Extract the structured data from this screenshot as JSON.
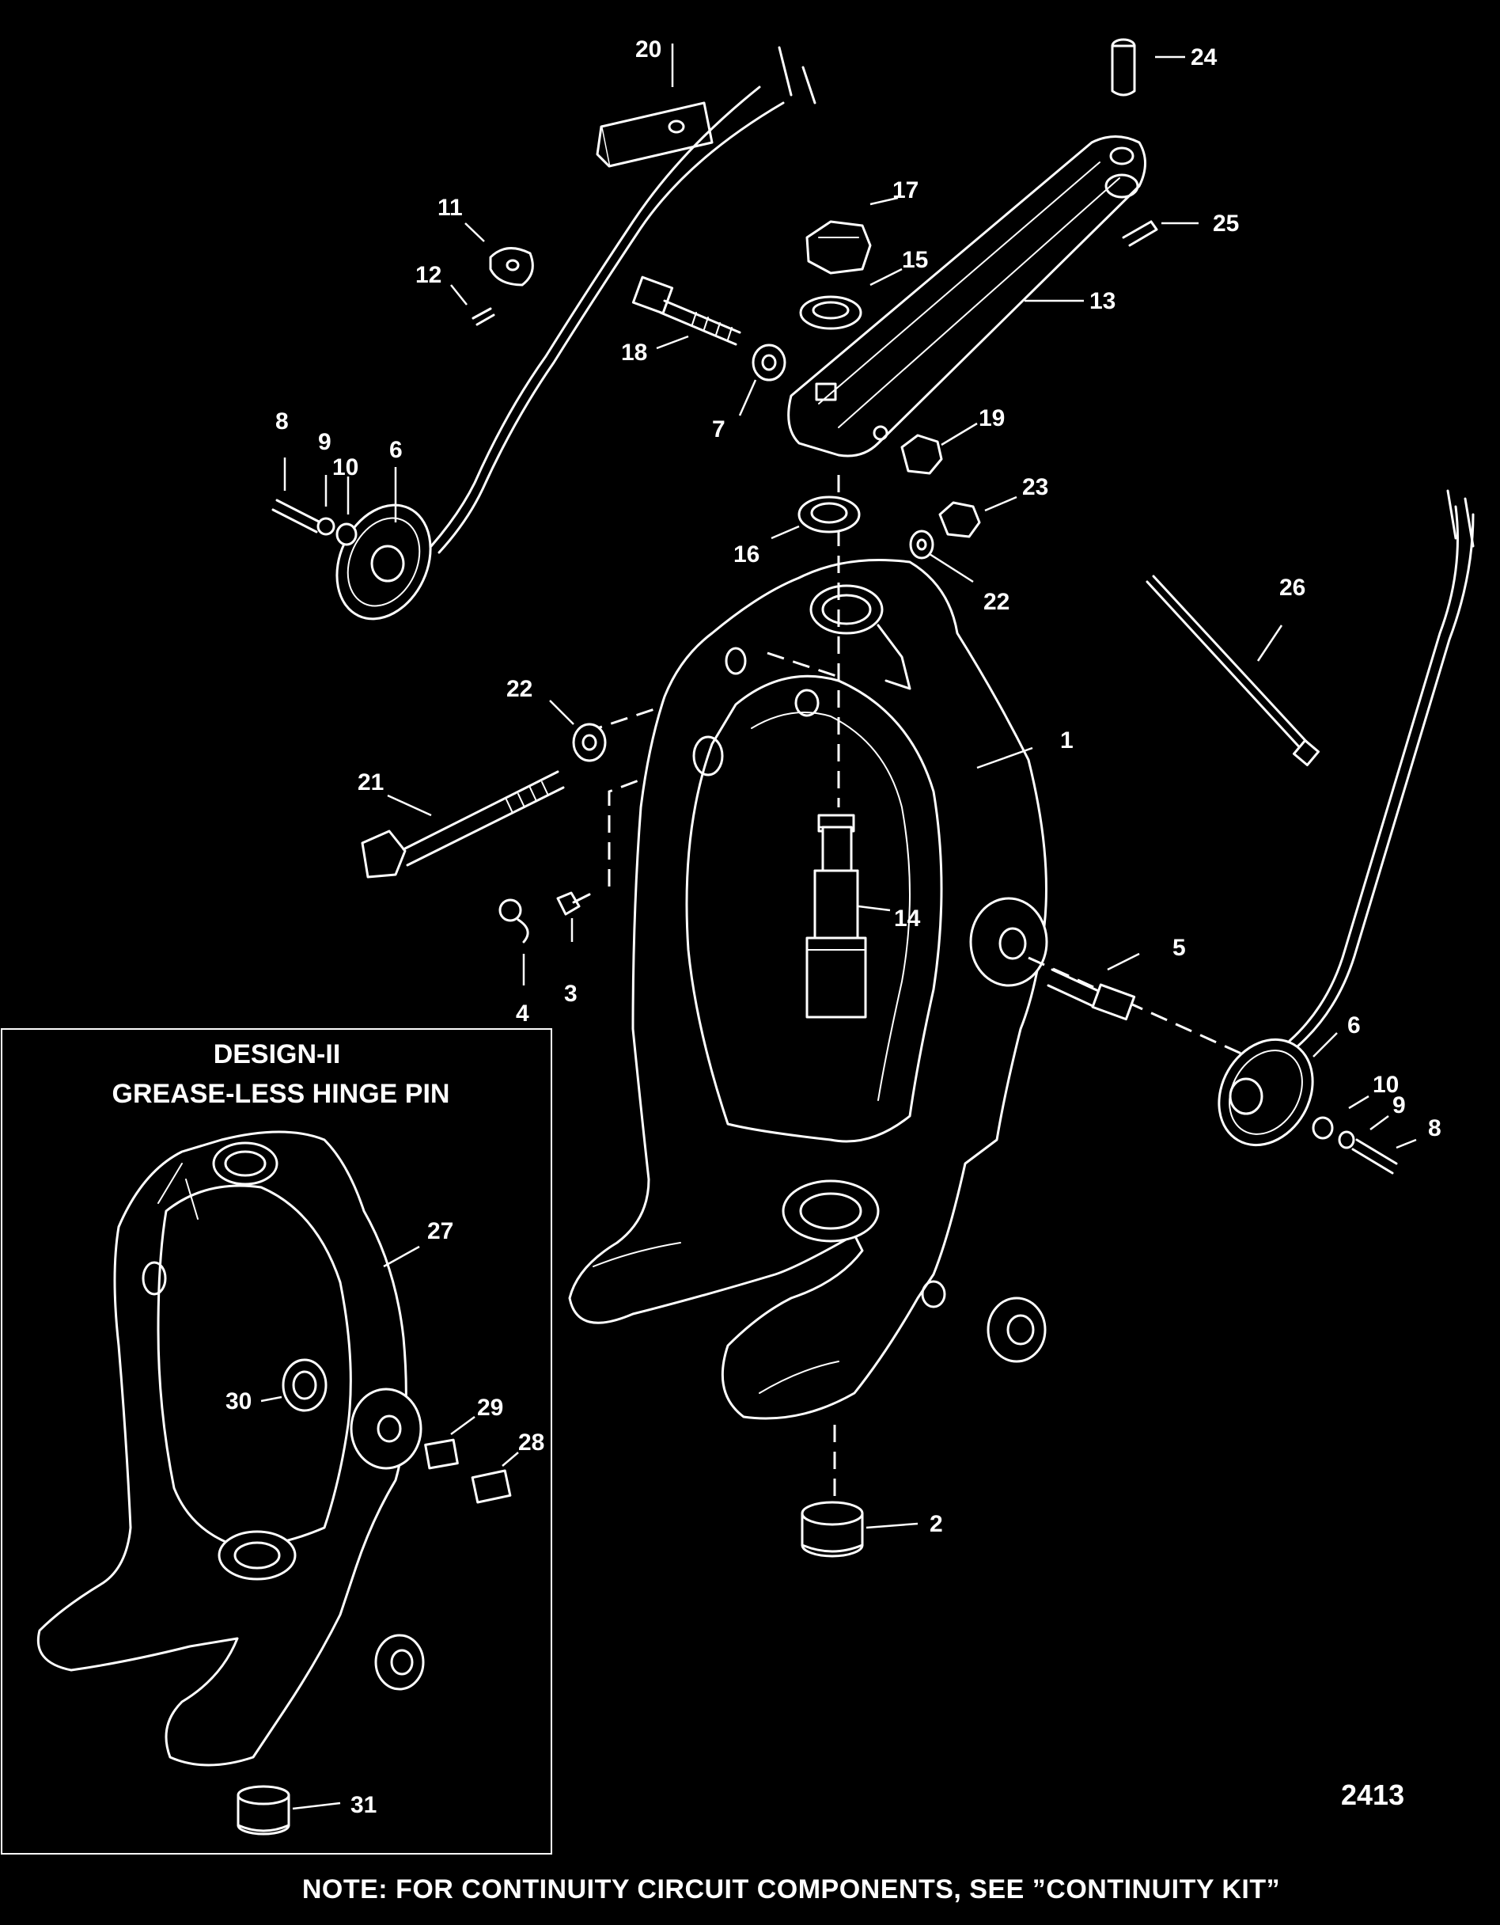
{
  "inset": {
    "title_line1": "DESIGN-II",
    "title_line2": "GREASE-LESS HINGE PIN"
  },
  "figure_number": "2413",
  "note": "NOTE:  FOR CONTINUITY CIRCUIT COMPONENTS, SEE ”CONTINUITY KIT”",
  "callouts": {
    "c1": "1",
    "c2": "2",
    "c3": "3",
    "c4": "4",
    "c5": "5",
    "c6a": "6",
    "c6b": "6",
    "c7": "7",
    "c8a": "8",
    "c8b": "8",
    "c9a": "9",
    "c9b": "9",
    "c10a": "10",
    "c10b": "10",
    "c11": "11",
    "c12": "12",
    "c13": "13",
    "c14": "14",
    "c15": "15",
    "c16": "16",
    "c17": "17",
    "c18": "18",
    "c19": "19",
    "c20": "20",
    "c21": "21",
    "c22a": "22",
    "c22b": "22",
    "c23": "23",
    "c24": "24",
    "c25": "25",
    "c26": "26",
    "c27": "27",
    "c28": "28",
    "c29": "29",
    "c30": "30",
    "c31": "31"
  }
}
